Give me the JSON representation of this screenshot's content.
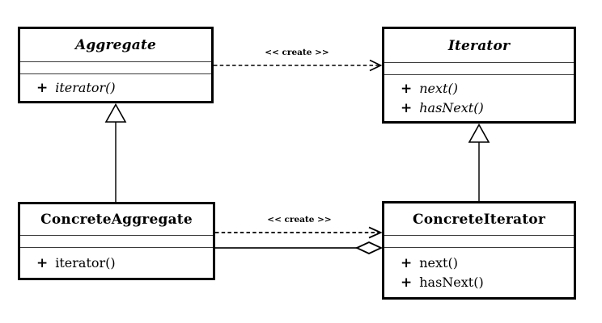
{
  "diagram": {
    "kind": "uml-class-diagram",
    "colors": {
      "line": "#000000",
      "box_border": "#000000",
      "background": "#ffffff",
      "separator": "#3a3a3a"
    }
  },
  "classes": [
    {
      "name": "Aggregate",
      "abstract": true,
      "attributes": [],
      "methods": [
        {
          "visibility": "+",
          "signature": "iterator()"
        }
      ]
    },
    {
      "name": "Iterator",
      "abstract": true,
      "attributes": [],
      "methods": [
        {
          "visibility": "+",
          "signature": "next()"
        },
        {
          "visibility": "+",
          "signature": "hasNext()"
        }
      ]
    },
    {
      "name": "ConcreteAggregate",
      "abstract": false,
      "attributes": [],
      "methods": [
        {
          "visibility": "+",
          "signature": "iterator()"
        }
      ]
    },
    {
      "name": "ConcreteIterator",
      "abstract": false,
      "attributes": [],
      "methods": [
        {
          "visibility": "+",
          "signature": "next()"
        },
        {
          "visibility": "+",
          "signature": "hasNext()"
        }
      ]
    }
  ],
  "relationships": [
    {
      "type": "dependency",
      "from": "Aggregate",
      "to": "Iterator",
      "label": "<< create >>",
      "line_style": "dashed-open-arrow"
    },
    {
      "type": "generalization",
      "from": "ConcreteAggregate",
      "to": "Aggregate",
      "line_style": "solid-hollow-triangle"
    },
    {
      "type": "generalization",
      "from": "ConcreteIterator",
      "to": "Iterator",
      "line_style": "solid-hollow-triangle"
    },
    {
      "type": "dependency",
      "from": "ConcreteAggregate",
      "to": "ConcreteIterator",
      "label": "<< create >>",
      "line_style": "dashed-open-arrow"
    },
    {
      "type": "aggregation",
      "from": "ConcreteIterator",
      "to": "ConcreteAggregate",
      "line_style": "solid-hollow-diamond"
    }
  ]
}
